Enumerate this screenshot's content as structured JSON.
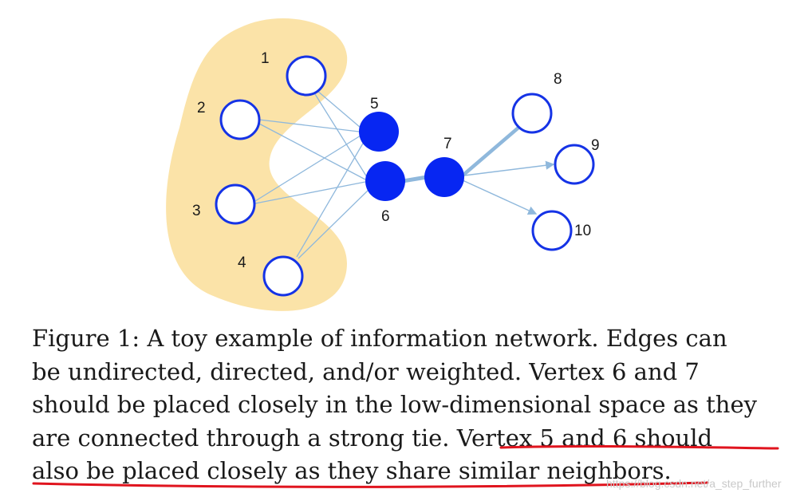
{
  "figure": {
    "labels": [
      "1",
      "2",
      "3",
      "4",
      "5",
      "6",
      "7",
      "8",
      "9",
      "10"
    ],
    "colors": {
      "region": "#fbe3a8",
      "node_stroke": "#1533e6",
      "node_fill": "#0726f2",
      "edge": "#8fb8dc",
      "underline": "#e0141e"
    }
  },
  "caption": {
    "line1": "Figure 1: A toy example of information network. Edges can",
    "line2": "be undirected, directed, and/or weighted. Vertex 6 and 7",
    "line3": "should be placed closely in the low-dimensional space as they",
    "line4a": "are connected through a strong tie.",
    "line4b": "Vertex 5 and 6 should",
    "line5": "also be placed closely as they share similar neighbors."
  },
  "watermark": "https://blog.csdn.net/a_step_further"
}
